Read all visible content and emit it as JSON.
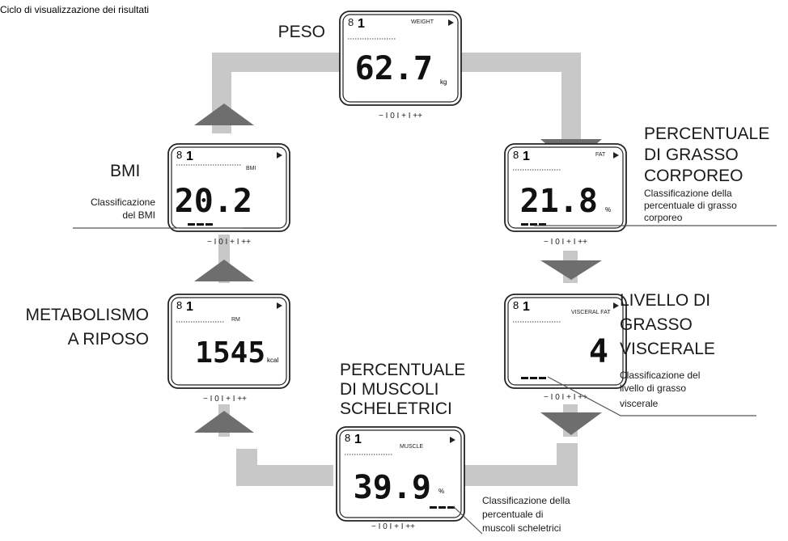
{
  "top_caption": "Ciclo di visualizzazione dei risultati",
  "labels": {
    "peso": "PESO",
    "fat_line1": "PERCENTUALE",
    "fat_line2": "DI GRASSO",
    "fat_line3": "CORPOREO",
    "fat_desc1": "Classificazione della",
    "fat_desc2": "percentuale di grasso",
    "fat_desc3": "corporeo",
    "visc_line1": "LIVELLO DI",
    "visc_line2": "GRASSO",
    "visc_line3": "VISCERALE",
    "visc_desc1": "Classificazione del",
    "visc_desc2": "livello di grasso",
    "visc_desc3": "viscerale",
    "musc_line1": "PERCENTUALE",
    "musc_line2": "DI MUSCOLI",
    "musc_line3": "SCHELETRICI",
    "musc_desc1": "Classificazione della",
    "musc_desc2": "percentuale di",
    "musc_desc3": "muscoli scheletrici",
    "rm_line1": "METABOLISMO",
    "rm_line2": "A RIPOSO",
    "bmi": "BMI",
    "bmi_desc1": "Classificazione",
    "bmi_desc2": "del BMI"
  },
  "displays": {
    "weight": {
      "user": "1",
      "header": "WEIGHT",
      "value": "62.7",
      "unit": "kg"
    },
    "fat": {
      "user": "1",
      "header": "FAT",
      "value": "21.8",
      "unit": "%"
    },
    "visceral": {
      "user": "1",
      "header": "VISCERAL FAT",
      "value": "4",
      "unit": ""
    },
    "muscle": {
      "user": "1",
      "header": "MUSCLE",
      "value": "39.9",
      "unit": "%"
    },
    "rm": {
      "user": "1",
      "header": "RM",
      "value": "1545",
      "unit": "kcal"
    },
    "bmi": {
      "user": "1",
      "header": "BMI",
      "value": "20.2",
      "unit": ""
    }
  },
  "scale": "−  I  0  I  +  I  ++",
  "colors": {
    "flow": "#c8c8c8",
    "arrow": "#6e6e6e",
    "display_border": "#222222"
  }
}
